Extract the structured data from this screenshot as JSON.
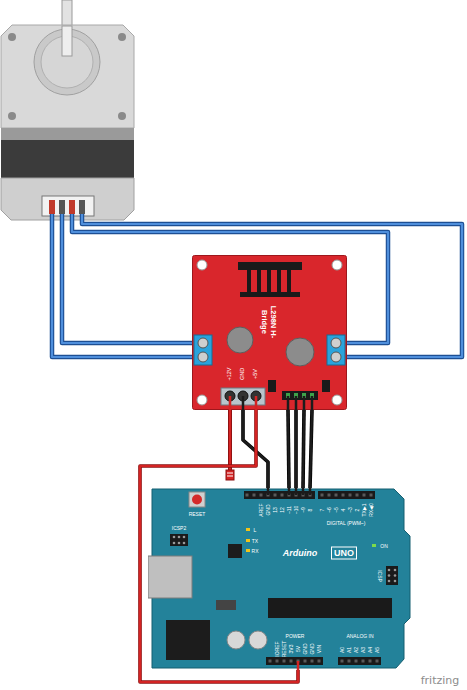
{
  "diagram": {
    "nodes": [
      {
        "text": [
          "L298N H-Bridge",
          "+12V",
          "GND",
          "+5V"
        ]
      },
      {
        "text": [
          "RESET",
          "ICSP2",
          "L",
          "TX",
          "RX",
          "Arduino",
          "UNO",
          "ON",
          "ICSP",
          "AREF",
          "GND",
          "13",
          "12",
          "~11",
          "~10",
          "~9",
          "8",
          "7",
          "~6",
          "~5",
          "4",
          "~3",
          "2",
          "TX▶1",
          "RX◀0",
          "DIGITAL (PWM~)",
          "POWER",
          "ANALOG IN",
          "IOREF",
          "RESET",
          "3V3",
          "5V",
          "GND",
          "GND",
          "VIN",
          "A0",
          "A1",
          "A2",
          "A3",
          "A4",
          "A5"
        ]
      }
    ],
    "edges": [
      {
        "from": 0,
        "to": 1,
        "arrow": "none"
      },
      {
        "from": 0,
        "to": 1,
        "arrow": "none"
      },
      {
        "from": 0,
        "to": 1,
        "arrow": "none"
      },
      {
        "from": 0,
        "to": 1,
        "arrow": "none"
      },
      {
        "from": 0,
        "to": 1,
        "arrow": "none"
      },
      {
        "from": 0,
        "to": 1,
        "arrow": "none"
      }
    ],
    "labels": [
      "fritzing"
    ]
  }
}
